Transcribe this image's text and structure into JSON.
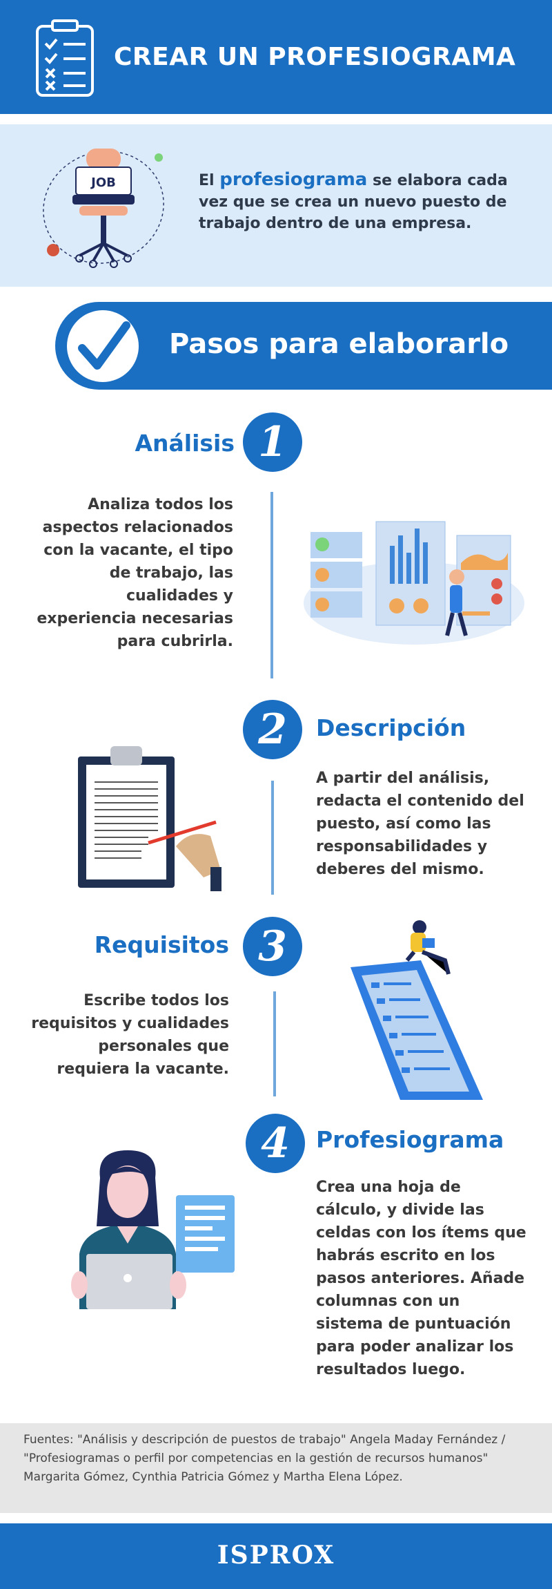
{
  "header": {
    "title": "CREAR UN PROFESIOGRAMA"
  },
  "intro": {
    "chair_label": "JOB",
    "text_before": "El ",
    "highlight": "profesiograma",
    "text_after": " se elabora cada vez que se crea un nuevo puesto de trabajo dentro de una empresa."
  },
  "banner": {
    "title": "Pasos para elaborarlo"
  },
  "steps": [
    {
      "number": "1",
      "title": "Análisis",
      "text": "Analiza todos los aspectos relacionados con la vacante, el tipo de trabajo, las cualidades y experiencia necesarias para cubrirla."
    },
    {
      "number": "2",
      "title": "Descripción",
      "text": "A partir del análisis, redacta el contenido del puesto, así como las responsabilidades y deberes del mismo."
    },
    {
      "number": "3",
      "title": "Requisitos",
      "text": "Escribe todos los requisitos y cualidades personales que requiera la vacante."
    },
    {
      "number": "4",
      "title": "Profesiograma",
      "text": "Crea una hoja de cálculo, y divide las celdas con los ítems que habrás escrito en los pasos anteriores. Añade columnas con un sistema de puntuación para poder analizar los resultados luego."
    }
  ],
  "sources": "Fuentes: \"Análisis y descripción de puestos de trabajo\" Angela Maday Fernández / \"Profesiogramas o perfil por competencias en la gestión de recursos humanos\" Margarita Gómez, Cynthia Patricia Gómez y Martha Elena López.",
  "footer": {
    "brand": "ISPROX"
  },
  "icons": {
    "header": "checklist-icon",
    "intro": "job-chair-icon",
    "banner": "checkmark-icon",
    "step1": "analytics-illustration",
    "step2": "clipboard-signing-illustration",
    "step3": "phone-list-illustration",
    "step4": "woman-laptop-illustration"
  },
  "colors": {
    "primary": "#1a6fc3",
    "intro_bg": "#dcebf9",
    "sources_bg": "#e6e6e6"
  }
}
